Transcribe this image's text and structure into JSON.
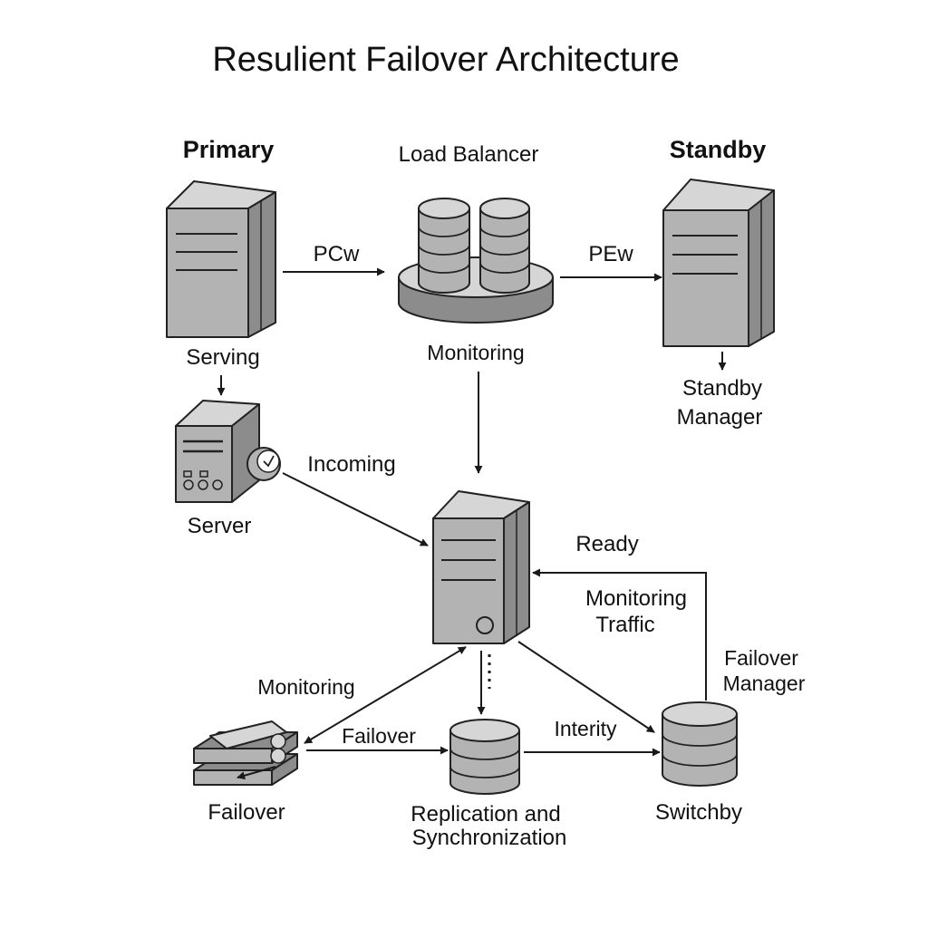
{
  "diagram": {
    "title": "Resulient Failover Architecture",
    "colors": {
      "front": "#b3b3b3",
      "side": "#8c8c8c",
      "top": "#d6d6d6",
      "line": "#222222",
      "background": "#ffffff"
    },
    "nodes": {
      "primary": {
        "heading": "Primary",
        "caption": "Serving",
        "icon": "server-tower-icon"
      },
      "load_balancer": {
        "heading": "Load Balancer",
        "caption": "Monitoring",
        "icon": "database-cluster-icon"
      },
      "standby": {
        "heading": "Standby",
        "caption_line1": "Standby",
        "caption_line2": "Manager",
        "icon": "server-tower-icon"
      },
      "server": {
        "caption": "Server",
        "icon": "server-box-clock-icon"
      },
      "central": {
        "icon": "server-tower-icon"
      },
      "failover": {
        "caption": "Failover",
        "icon": "switch-stack-icon"
      },
      "replication": {
        "caption_line1": "Replication and",
        "caption_line2": "Synchronization",
        "icon": "database-icon"
      },
      "switchby": {
        "caption": "Switchby",
        "icon": "database-icon"
      }
    },
    "edges": {
      "primary_to_lb": "PCw",
      "lb_to_standby": "PEw",
      "server_to_central": "Incoming",
      "switchby_to_central_1": "Ready",
      "switchby_to_central_2_line1": "Monitoring",
      "switchby_to_central_2_line2": "Traffic",
      "central_failover": "Monitoring",
      "failover_to_replication": "Failover",
      "replication_to_switchby": "Interity",
      "switchby_label_line1": "Failover",
      "switchby_label_line2": "Manager"
    }
  }
}
